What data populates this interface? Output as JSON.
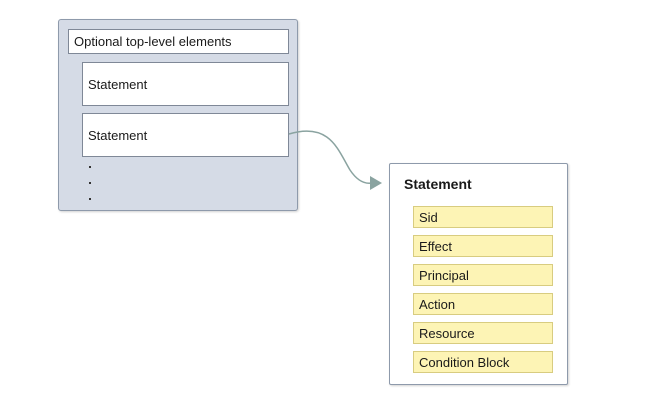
{
  "policy": {
    "top_level_label": "Optional top-level elements",
    "statements": [
      "Statement",
      "Statement"
    ]
  },
  "detail": {
    "title": "Statement",
    "fields": [
      "Sid",
      "Effect",
      "Principal",
      "Action",
      "Resource",
      "Condition Block"
    ]
  },
  "colors": {
    "container_fill": "#d5dbe6",
    "container_border": "#8e9aab",
    "field_fill": "#fdf4b5",
    "connector": "#8aa3a0"
  }
}
